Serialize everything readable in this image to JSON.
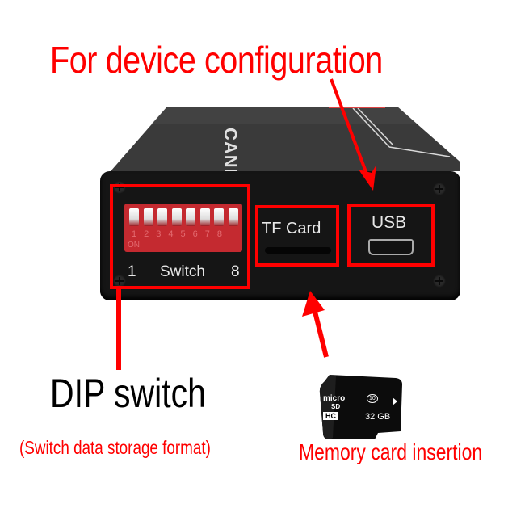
{
  "annotations": {
    "usb_label": "For device configuration",
    "dip_title": "DIP switch",
    "dip_subtitle": "(Switch data storage format)",
    "card_label": "Memory card insertion"
  },
  "device": {
    "brand": "CANREC",
    "dip_switch": {
      "positions": [
        "1",
        "2",
        "3",
        "4",
        "5",
        "6",
        "7",
        "8"
      ],
      "on_label": "ON",
      "face_left": "1",
      "face_center": "Switch",
      "face_right": "8"
    },
    "tf_slot_label": "TF Card",
    "usb_label": "USB"
  },
  "memory_card": {
    "logo_top": "micro",
    "logo_mid": "SD",
    "logo_bottom": "HC",
    "class": "10",
    "capacity": "32 GB"
  },
  "colors": {
    "annotation": "#ff0000",
    "device_body": "#151515",
    "dip_body": "#c42a30"
  }
}
